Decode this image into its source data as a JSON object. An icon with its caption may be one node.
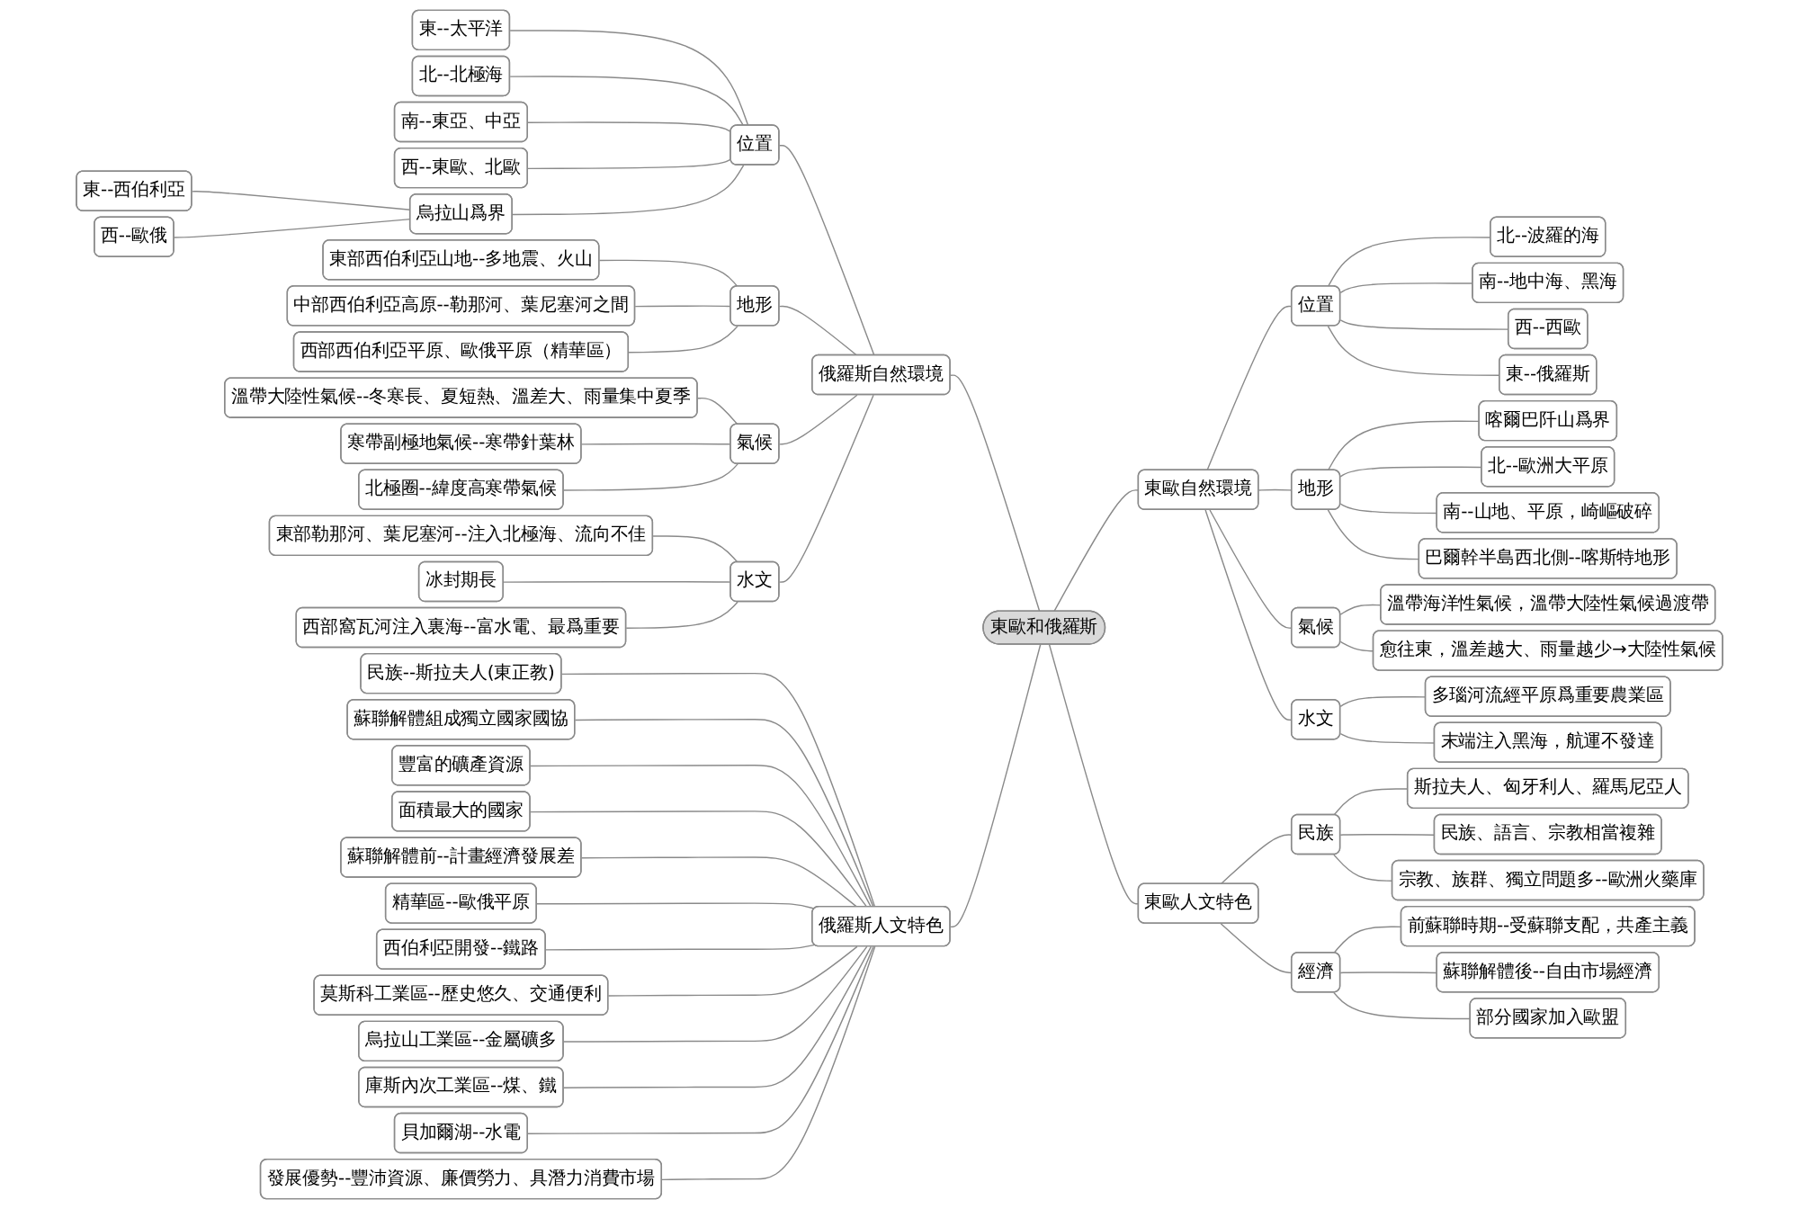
{
  "diagram": {
    "nodes": [
      {
        "text": [
          "東歐和俄羅斯"
        ]
      },
      {
        "text": [
          "俄羅斯自然環境"
        ]
      },
      {
        "text": [
          "位置"
        ]
      },
      {
        "text": [
          "東--太平洋"
        ]
      },
      {
        "text": [
          "北--北極海"
        ]
      },
      {
        "text": [
          "南--東亞、中亞"
        ]
      },
      {
        "text": [
          "西--東歐、北歐"
        ]
      },
      {
        "text": [
          "烏拉山爲界"
        ]
      },
      {
        "text": [
          "東--西伯利亞"
        ]
      },
      {
        "text": [
          "西--歐俄"
        ]
      },
      {
        "text": [
          "地形"
        ]
      },
      {
        "text": [
          "東部西伯利亞山地--多地震、火山"
        ]
      },
      {
        "text": [
          "中部西伯利亞高原--勒那河、葉尼塞河之間"
        ]
      },
      {
        "text": [
          "西部西伯利亞平原、歐俄平原（精華區）"
        ]
      },
      {
        "text": [
          "氣候"
        ]
      },
      {
        "text": [
          "溫帶大陸性氣候--冬寒長、夏短熱、溫差大、雨量集中夏季"
        ]
      },
      {
        "text": [
          "寒帶副極地氣候--寒帶針葉林"
        ]
      },
      {
        "text": [
          "北極圈--緯度高寒帶氣候"
        ]
      },
      {
        "text": [
          "水文"
        ]
      },
      {
        "text": [
          "東部勒那河、葉尼塞河--注入北極海、流向不佳"
        ]
      },
      {
        "text": [
          "冰封期長"
        ]
      },
      {
        "text": [
          "西部窩瓦河注入裏海--富水電、最爲重要"
        ]
      },
      {
        "text": [
          "俄羅斯人文特色"
        ]
      },
      {
        "text": [
          "民族--斯拉夫人(東正教)"
        ]
      },
      {
        "text": [
          "蘇聯解體組成獨立國家國協"
        ]
      },
      {
        "text": [
          "豐富的礦產資源"
        ]
      },
      {
        "text": [
          "面積最大的國家"
        ]
      },
      {
        "text": [
          "蘇聯解體前--計畫經濟發展差"
        ]
      },
      {
        "text": [
          "精華區--歐俄平原"
        ]
      },
      {
        "text": [
          "西伯利亞開發--鐵路"
        ]
      },
      {
        "text": [
          "莫斯科工業區--歷史悠久、交通便利"
        ]
      },
      {
        "text": [
          "烏拉山工業區--金屬礦多"
        ]
      },
      {
        "text": [
          "庫斯內次工業區--煤、鐵"
        ]
      },
      {
        "text": [
          "貝加爾湖--水電"
        ]
      },
      {
        "text": [
          "發展優勢--豐沛資源、廉價勞力、具潛力消費市場"
        ]
      },
      {
        "text": [
          "東歐自然環境"
        ]
      },
      {
        "text": [
          "位置"
        ]
      },
      {
        "text": [
          "北--波羅的海"
        ]
      },
      {
        "text": [
          "南--地中海、黑海"
        ]
      },
      {
        "text": [
          "西--西歐"
        ]
      },
      {
        "text": [
          "東--俄羅斯"
        ]
      },
      {
        "text": [
          "地形"
        ]
      },
      {
        "text": [
          "喀爾巴阡山爲界"
        ]
      },
      {
        "text": [
          "北--歐洲大平原"
        ]
      },
      {
        "text": [
          "南--山地、平原，崎嶇破碎"
        ]
      },
      {
        "text": [
          "巴爾幹半島西北側--喀斯特地形"
        ]
      },
      {
        "text": [
          "氣候"
        ]
      },
      {
        "text": [
          "溫帶海洋性氣候，溫帶大陸性氣候過渡帶"
        ]
      },
      {
        "text": [
          "愈往東，溫差越大、雨量越少→大陸性氣候"
        ]
      },
      {
        "text": [
          "水文"
        ]
      },
      {
        "text": [
          "多瑙河流經平原爲重要農業區"
        ]
      },
      {
        "text": [
          "末端注入黑海，航運不發達"
        ]
      },
      {
        "text": [
          "東歐人文特色"
        ]
      },
      {
        "text": [
          "民族"
        ]
      },
      {
        "text": [
          "斯拉夫人、匈牙利人、羅馬尼亞人"
        ]
      },
      {
        "text": [
          "民族、語言、宗教相當複雜"
        ]
      },
      {
        "text": [
          "宗教、族群、獨立問題多--歐洲火藥庫"
        ]
      },
      {
        "text": [
          "經濟"
        ]
      },
      {
        "text": [
          "前蘇聯時期--受蘇聯支配，共產主義"
        ]
      },
      {
        "text": [
          "蘇聯解體後--自由市場經濟"
        ]
      },
      {
        "text": [
          "部分國家加入歐盟"
        ]
      }
    ],
    "edges": [
      {
        "from": 1,
        "to": 0,
        "arrow": "none"
      },
      {
        "from": 2,
        "to": 1,
        "arrow": "none"
      },
      {
        "from": 3,
        "to": 2,
        "arrow": "none"
      },
      {
        "from": 4,
        "to": 2,
        "arrow": "none"
      },
      {
        "from": 5,
        "to": 2,
        "arrow": "none"
      },
      {
        "from": 6,
        "to": 2,
        "arrow": "none"
      },
      {
        "from": 7,
        "to": 2,
        "arrow": "none"
      },
      {
        "from": 8,
        "to": 7,
        "arrow": "none"
      },
      {
        "from": 9,
        "to": 7,
        "arrow": "none"
      },
      {
        "from": 10,
        "to": 1,
        "arrow": "none"
      },
      {
        "from": 11,
        "to": 10,
        "arrow": "none"
      },
      {
        "from": 12,
        "to": 10,
        "arrow": "none"
      },
      {
        "from": 13,
        "to": 10,
        "arrow": "none"
      },
      {
        "from": 14,
        "to": 1,
        "arrow": "none"
      },
      {
        "from": 15,
        "to": 14,
        "arrow": "none"
      },
      {
        "from": 16,
        "to": 14,
        "arrow": "none"
      },
      {
        "from": 17,
        "to": 14,
        "arrow": "none"
      },
      {
        "from": 18,
        "to": 1,
        "arrow": "none"
      },
      {
        "from": 19,
        "to": 18,
        "arrow": "none"
      },
      {
        "from": 20,
        "to": 18,
        "arrow": "none"
      },
      {
        "from": 21,
        "to": 18,
        "arrow": "none"
      },
      {
        "from": 22,
        "to": 0,
        "arrow": "none"
      },
      {
        "from": 23,
        "to": 22,
        "arrow": "none"
      },
      {
        "from": 24,
        "to": 22,
        "arrow": "none"
      },
      {
        "from": 25,
        "to": 22,
        "arrow": "none"
      },
      {
        "from": 26,
        "to": 22,
        "arrow": "none"
      },
      {
        "from": 27,
        "to": 22,
        "arrow": "none"
      },
      {
        "from": 28,
        "to": 22,
        "arrow": "none"
      },
      {
        "from": 29,
        "to": 22,
        "arrow": "none"
      },
      {
        "from": 30,
        "to": 22,
        "arrow": "none"
      },
      {
        "from": 31,
        "to": 22,
        "arrow": "none"
      },
      {
        "from": 32,
        "to": 22,
        "arrow": "none"
      },
      {
        "from": 33,
        "to": 22,
        "arrow": "none"
      },
      {
        "from": 34,
        "to": 22,
        "arrow": "none"
      },
      {
        "from": 0,
        "to": 35,
        "arrow": "none"
      },
      {
        "from": 35,
        "to": 36,
        "arrow": "none"
      },
      {
        "from": 36,
        "to": 37,
        "arrow": "none"
      },
      {
        "from": 36,
        "to": 38,
        "arrow": "none"
      },
      {
        "from": 36,
        "to": 39,
        "arrow": "none"
      },
      {
        "from": 36,
        "to": 40,
        "arrow": "none"
      },
      {
        "from": 35,
        "to": 41,
        "arrow": "none"
      },
      {
        "from": 41,
        "to": 42,
        "arrow": "none"
      },
      {
        "from": 41,
        "to": 43,
        "arrow": "none"
      },
      {
        "from": 41,
        "to": 44,
        "arrow": "none"
      },
      {
        "from": 41,
        "to": 45,
        "arrow": "none"
      },
      {
        "from": 35,
        "to": 46,
        "arrow": "none"
      },
      {
        "from": 46,
        "to": 47,
        "arrow": "none"
      },
      {
        "from": 46,
        "to": 48,
        "arrow": "none"
      },
      {
        "from": 35,
        "to": 49,
        "arrow": "none"
      },
      {
        "from": 49,
        "to": 50,
        "arrow": "none"
      },
      {
        "from": 49,
        "to": 51,
        "arrow": "none"
      },
      {
        "from": 0,
        "to": 52,
        "arrow": "none"
      },
      {
        "from": 52,
        "to": 53,
        "arrow": "none"
      },
      {
        "from": 53,
        "to": 54,
        "arrow": "none"
      },
      {
        "from": 53,
        "to": 55,
        "arrow": "none"
      },
      {
        "from": 53,
        "to": 56,
        "arrow": "none"
      },
      {
        "from": 52,
        "to": 57,
        "arrow": "none"
      },
      {
        "from": 57,
        "to": 58,
        "arrow": "none"
      },
      {
        "from": 57,
        "to": 59,
        "arrow": "none"
      },
      {
        "from": 57,
        "to": 60,
        "arrow": "none"
      }
    ]
  }
}
